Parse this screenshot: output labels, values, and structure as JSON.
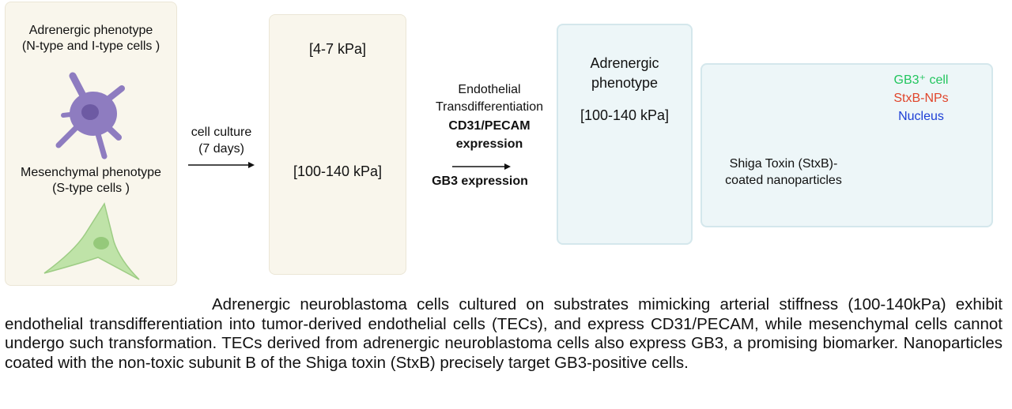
{
  "panel1": {
    "adrenergic_line1": "Adrenergic phenotype",
    "adrenergic_line2": "(N-type and I-type cells )",
    "mesenchymal_line1": "Mesenchymal phenotype",
    "mesenchymal_line2": "(S-type  cells )"
  },
  "arrow1": {
    "line1": "cell culture",
    "line2": "(7 days)"
  },
  "panel2": {
    "soft_label": "[4-7 kPa]",
    "stiff_label": "[100-140 kPa]"
  },
  "arrow2": {
    "line1": "Endothelial",
    "line2": "Transdifferentiation",
    "line3": "CD31/PECAM",
    "line4": "expression",
    "line5": "GB3 expression"
  },
  "panel3": {
    "line1": "Adrenergic",
    "line2": "phenotype",
    "line3": "[100-140 kPa]"
  },
  "panel4": {
    "toxin_line1": "Shiga Toxin (StxB)-",
    "toxin_line2": "coated nanoparticles",
    "legend_gb3": "GB3⁺ cell",
    "legend_stxb": "StxB-NPs",
    "legend_nucleus": "Nucleus",
    "colors": {
      "gb3": "#22c55e",
      "stxb": "#e0452b",
      "nucleus": "#1d3fd6"
    }
  },
  "caption": {
    "text": "Adrenergic neuroblastoma cells cultured on substrates mimicking arterial stiffness (100-140kPa) exhibit endothelial transdifferentiation into tumor-derived endothelial cells (TECs), and express CD31/PECAM, while mesenchymal cells cannot undergo such transformation. TECs derived from adrenergic neuroblastoma cells also express GB3, a promising biomarker. Nanoparticles coated with the non-toxic subunit B of the Shiga toxin (StxB) precisely target GB3-positive cells."
  }
}
